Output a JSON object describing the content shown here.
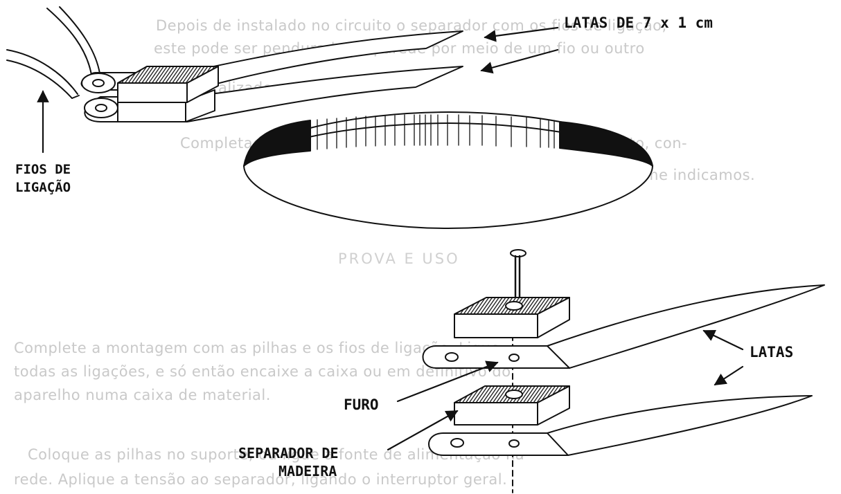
{
  "background_text": {
    "para1": [
      "Depois de instalado no circuito o separador com os fios de ligação,",
      "este pode ser pendurado na parede por meio de um fio ou outro",
      "meio localizado."
    ],
    "para2": [
      "Completada a montagem, faça uma prova de funcionamento, con-",
      "forme indicamos."
    ],
    "heading": "PROVA E USO",
    "para3": [
      "Complete a montagem com as pilhas e os fios de ligação. Ligue",
      "todas as ligações, e só então encaixe a caixa ou em definitivo do",
      "aparelho numa caixa de material."
    ],
    "para4": [
      "Coloque as pilhas no suporte, ou ligue a fonte de alimentação na",
      "rede. Aplique a tensão ao separador, ligando o interruptor geral."
    ]
  },
  "labels": {
    "latas_7x1": "LATAS DE 7 x 1 cm",
    "fios_line1": "FIOS DE",
    "fios_line2": "LIGAÇÃO",
    "latas": "LATAS",
    "furo": "FURO",
    "separador_line1": "SEPARADOR DE",
    "separador_line2": "MADEIRA"
  },
  "colors": {
    "ink": "#111111",
    "faded_text": "#c9c9c9",
    "paper": "#ffffff"
  }
}
